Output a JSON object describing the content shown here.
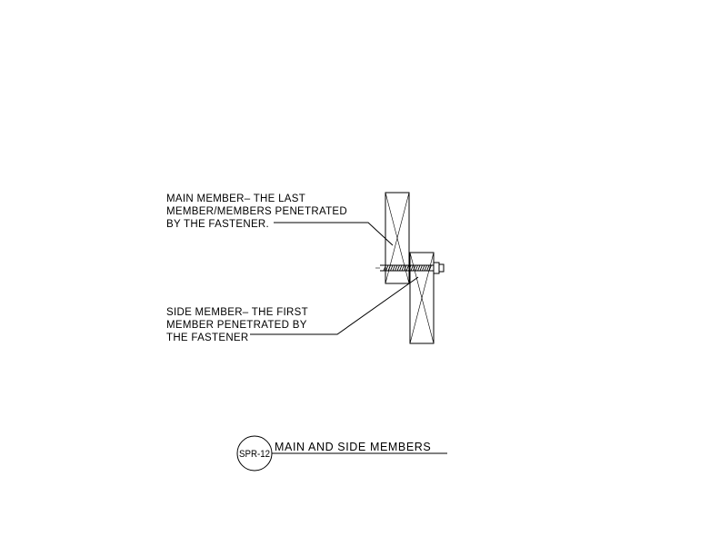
{
  "main_member_note": {
    "line1": "MAIN MEMBER– THE LAST",
    "line2": "MEMBER/MEMBERS PENETRATED",
    "line3": "BY THE FASTENER."
  },
  "side_member_note": {
    "line1": "SIDE MEMBER– THE FIRST",
    "line2": "MEMBER PENETRATED BY",
    "line3": "THE FASTENER"
  },
  "detail_title": {
    "ref_tag": "SPR-12",
    "title": "MAIN AND SIDE MEMBERS"
  }
}
